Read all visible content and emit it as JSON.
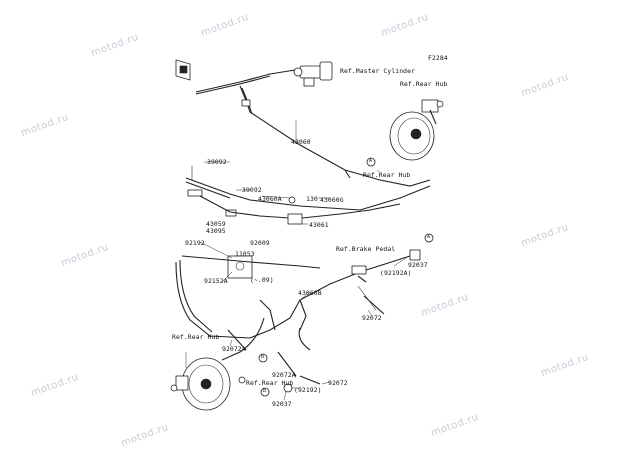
{
  "diagram_code": "F2284",
  "watermark": "motod.ru",
  "callouts": {
    "ref_master_cylinder": "Ref.Master Cylinder",
    "ref_rear_hub_top": "Ref.Rear Hub",
    "ref_rear_hub_mid": "Ref.Rear Hub",
    "ref_brake_pedal": "Ref.Brake Pedal",
    "ref_rear_hub_left": "Ref.Rear Hub",
    "ref_rear_hub_bottom": "Ref.Rear Hub"
  },
  "parts": {
    "p43060": "43060",
    "p39092a": "39092",
    "p39092b": "39092",
    "p43059": "43059",
    "p43095": "43095",
    "p43060a": "43060A",
    "p130": "130",
    "p43060g": "43060G",
    "p43061": "43061",
    "p92192": "92192",
    "p92009": "92009",
    "p11053": "11053",
    "p_09": "(~.09)",
    "p92152a": "92152A",
    "p92037a": "92037",
    "p92192a": "(92192A)",
    "p43060b": "43060B",
    "p92072a": "92072",
    "p92072A": "92072A",
    "p92072A2": "92072A",
    "p92192b": "(92192)",
    "p92072b": "92072",
    "p92037b": "92037"
  },
  "markers": {
    "a_top": "A",
    "a_right": "A",
    "b_mid": "B",
    "b_bottom": "B"
  }
}
